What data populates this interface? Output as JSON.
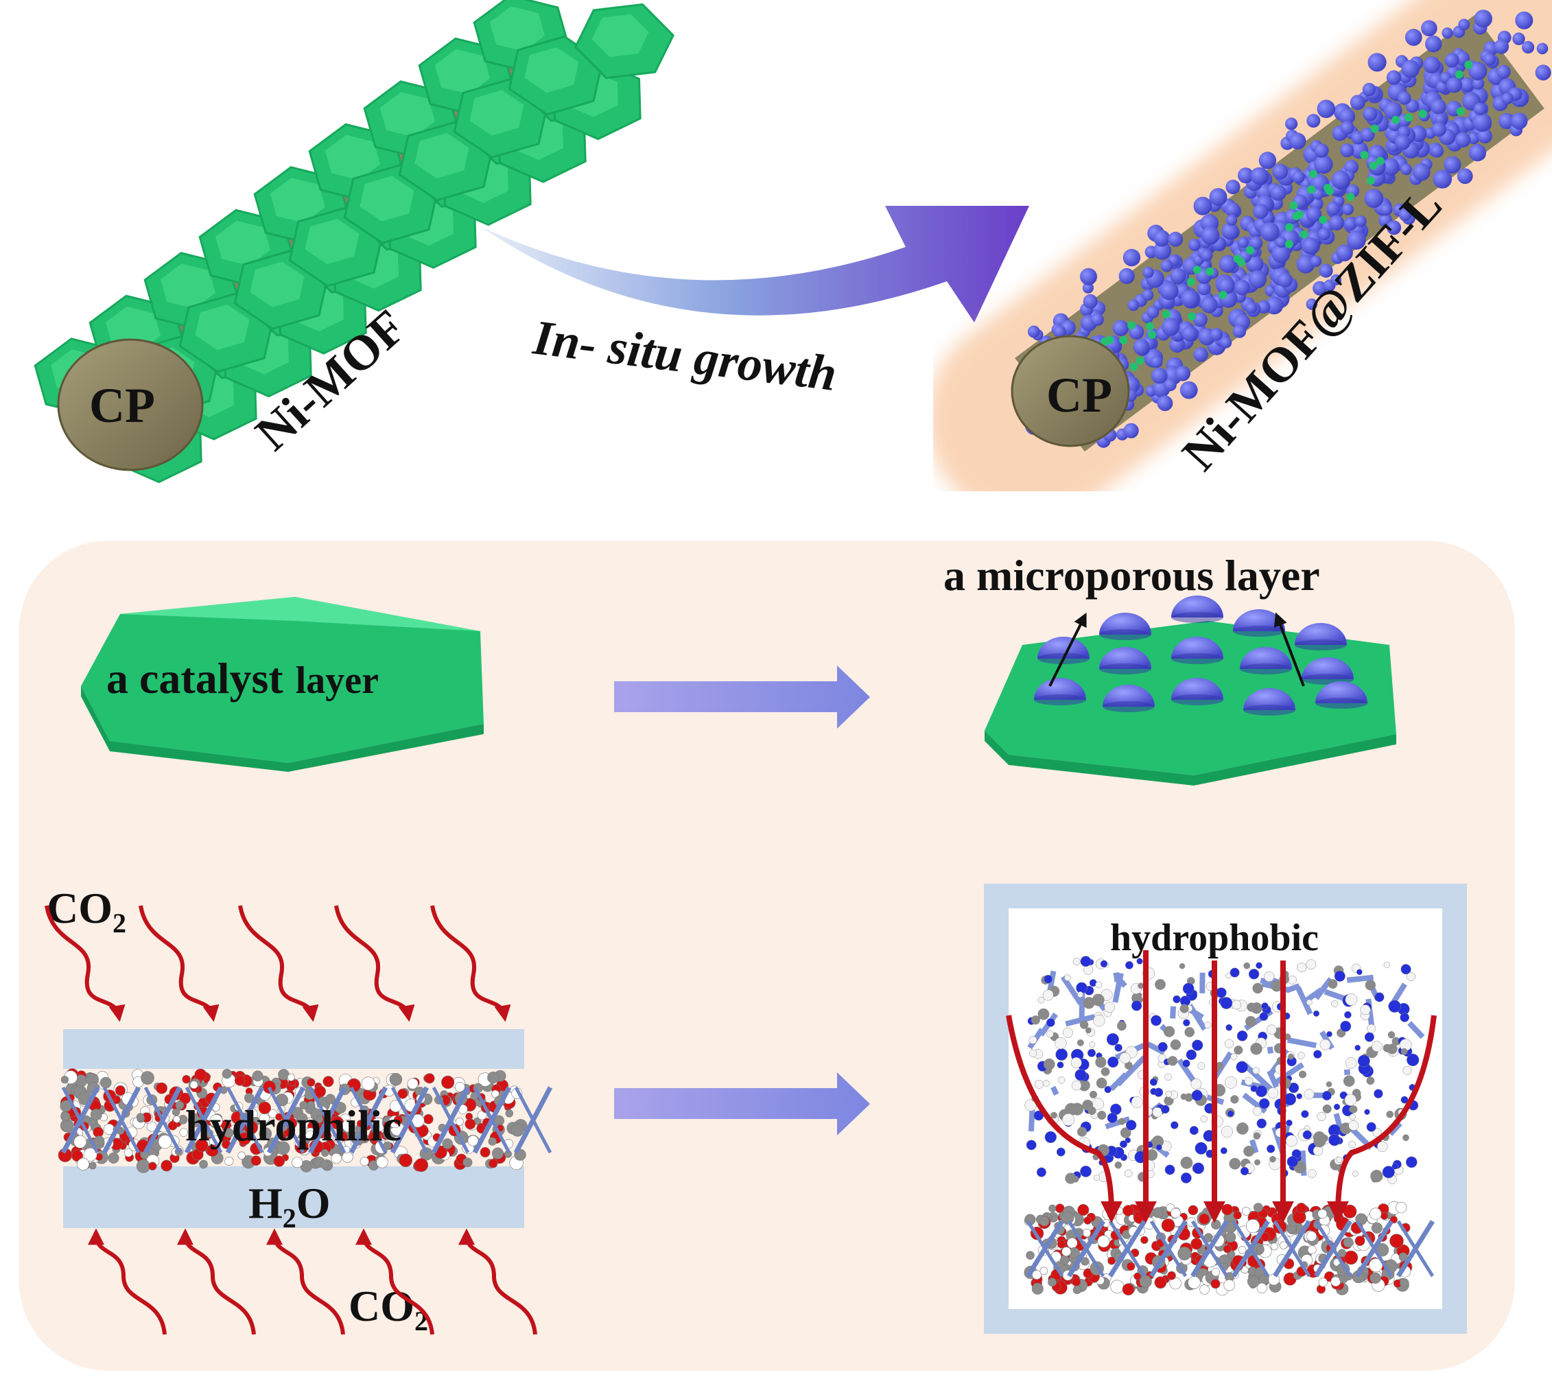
{
  "top": {
    "cp_left": "CP",
    "ni_mof": "Ni-MOF",
    "growth": "In- situ growth",
    "cp_right": "CP",
    "ni_mof_zif": "Ni-MOF@ZIF-L"
  },
  "middle": {
    "catalyst_main": "a catalyst",
    "catalyst_small": "layer",
    "microporous": "a microporous layer"
  },
  "bottom": {
    "co2_top": "CO",
    "co2_top_sub": "2",
    "hydrophilic": "hydrophilic",
    "water": "H",
    "water_sub": "2",
    "water_tail": "O",
    "co2_bottom": "CO",
    "co2_bottom_sub": "2",
    "hydrophobic": "hydrophobic"
  },
  "colors": {
    "mof_green": "#23c070",
    "mof_green_light": "#4fe08f",
    "zif_blue": "#5a5fe0",
    "cp_tan": "#8b8362",
    "panel_bg": "#fcefe6",
    "water_blue": "#c7d8ea",
    "arrow_purple": "#7d5cd6",
    "arrow_red": "#c0121a"
  }
}
